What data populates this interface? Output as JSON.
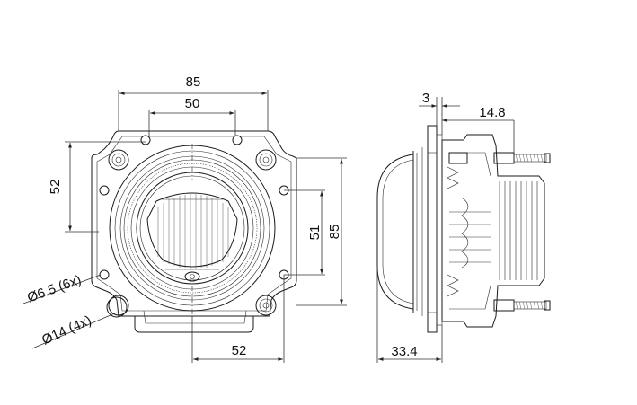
{
  "dimensions": {
    "front_width_outer": "85",
    "front_width_inner": "50",
    "front_height_holes": "52",
    "front_height_bore": "51",
    "front_height_outer": "85",
    "front_bottom_width": "52",
    "hole_small": "Ø6.5 (6x)",
    "hole_large": "Ø14 (4x)",
    "side_flange": "3",
    "side_depth_rear": "14.8",
    "side_depth_total": "33.4"
  }
}
